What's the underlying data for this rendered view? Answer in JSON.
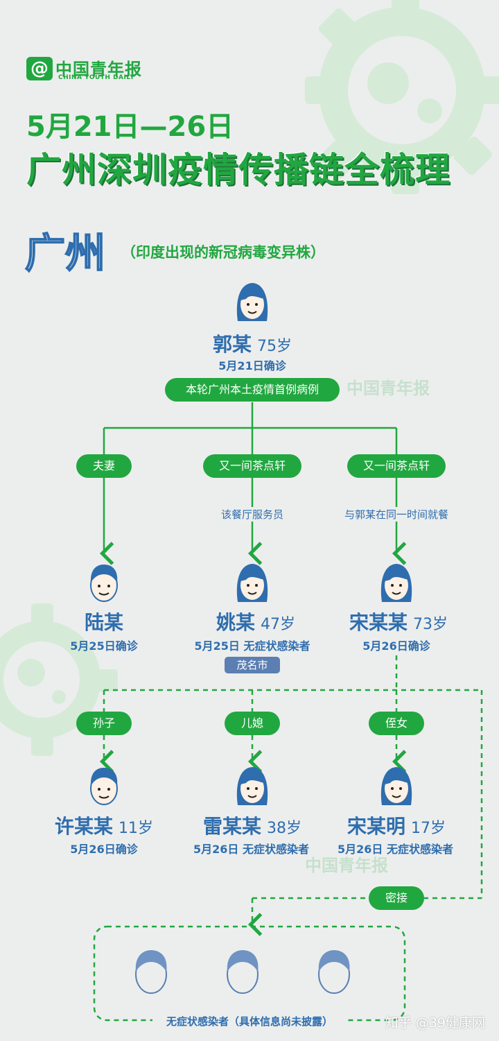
{
  "brand": {
    "logo_mark": "@",
    "name_cn": "中国青年报",
    "name_en": "CHINA YOUTH DAILY"
  },
  "header": {
    "date_range": "5月21日—26日",
    "title": "广州深圳疫情传播链全梳理"
  },
  "section": {
    "city": "广州",
    "note": "（印度出现的新冠病毒变异株）"
  },
  "root": {
    "name": "郭某",
    "age": "75岁",
    "confirm": "5月21日确诊",
    "tag": "本轮广州本土疫情首例病例"
  },
  "level1_links": [
    {
      "pill": "夫妻",
      "label": ""
    },
    {
      "pill": "又一间茶点轩",
      "label": "该餐厅服务员"
    },
    {
      "pill": "又一间茶点轩",
      "label": "与郭某在同一时间就餐"
    }
  ],
  "level1": [
    {
      "name": "陆某",
      "age": "",
      "info": "5月25日确诊",
      "badge": ""
    },
    {
      "name": "姚某",
      "age": "47岁",
      "info": "5月25日  无症状感染者",
      "badge": "茂名市"
    },
    {
      "name": "宋某某",
      "age": "73岁",
      "info": "5月26日确诊",
      "badge": ""
    }
  ],
  "level2_links": [
    "孙子",
    "儿媳",
    "侄女"
  ],
  "level2": [
    {
      "name": "许某某",
      "age": "11岁",
      "info": "5月26日确诊"
    },
    {
      "name": "雷某某",
      "age": "38岁",
      "info": "5月26日  无症状感染者"
    },
    {
      "name": "宋某明",
      "age": "17岁",
      "info": "5月26日  无症状感染者"
    }
  ],
  "close_contact": {
    "pill": "密接",
    "group_label": "无症状感染者（具体信息尚未披露）"
  },
  "footer": "知乎 @39健康网",
  "colors": {
    "green": "#21a740",
    "blue": "#2e6dae",
    "bg": "#eceeed",
    "skin": "#fdf0e4",
    "hair": "#2e6dae"
  }
}
